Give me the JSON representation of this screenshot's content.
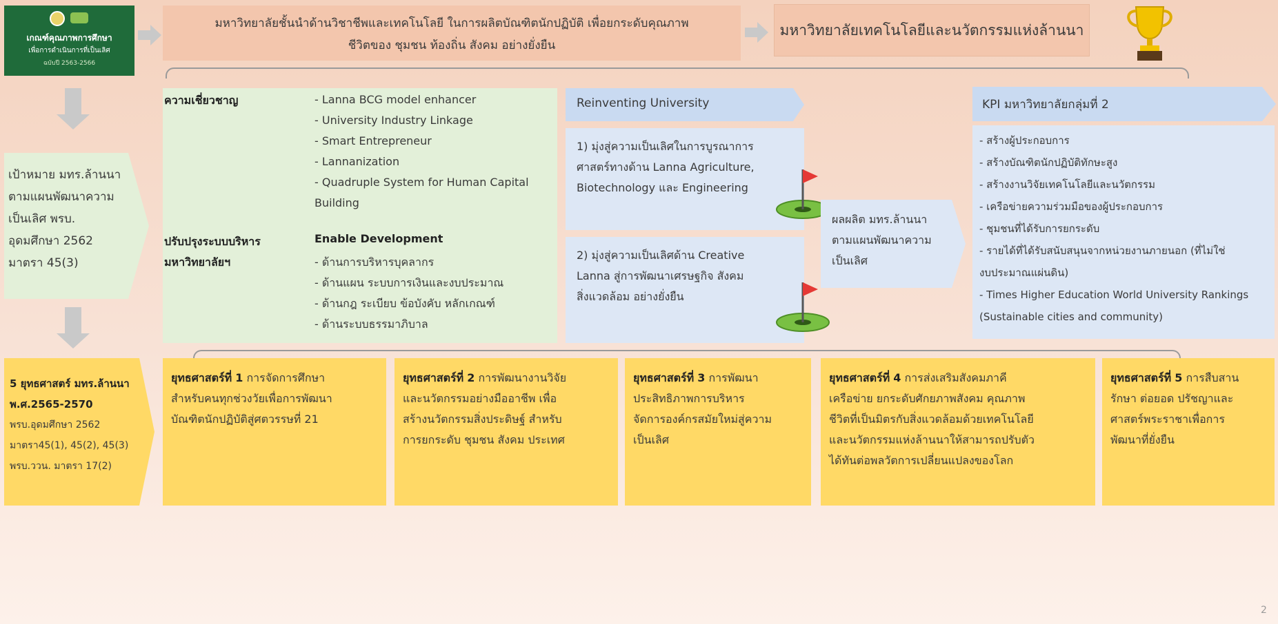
{
  "logo": {
    "line1": "เกณฑ์คุณภาพการศึกษา",
    "line2": "เพื่อการดำเนินการที่เป็นเลิศ",
    "line3": "ฉบับปี 2563-2566"
  },
  "vision": {
    "line1": "มหาวิทยาลัยชั้นนำด้านวิชาชีพและเทคโนโลยี ในการผลิตบัณฑิตนักปฏิบัติ เพื่อยกระดับคุณภาพ",
    "line2": "ชีวิตของ ชุมชน ท้องถิ่น สังคม อย่างยั่งยืน"
  },
  "university_name": "มหาวิทยาลัยเทคโนโลยีและนวัตกรรมแห่งล้านนา",
  "goal": {
    "lines": [
      "เป้าหมาย มทร.ล้านนา",
      "ตามแผนพัฒนาความ",
      "เป็นเลิศ พรบ.",
      "อุดมศึกษา 2562",
      "มาตรา 45(3)"
    ]
  },
  "expertise": {
    "heading": "ความเชี่ยวชาญ",
    "items": [
      "- Lanna BCG model enhancer",
      "- University Industry Linkage",
      "- Smart Entrepreneur",
      "- Lannanization",
      "- Quadruple System for Human Capital",
      "Building"
    ]
  },
  "management": {
    "heading_line1": "ปรับปรุงระบบบริหาร",
    "heading_line2": "มหาวิทยาลัยฯ",
    "subheading": "Enable Development",
    "items": [
      "- ด้านการบริหารบุคลากร",
      "- ด้านแผน ระบบการเงินและงบประมาณ",
      "- ด้านกฎ ระเบียบ ข้อบังคับ หลักเกณฑ์",
      "- ด้านระบบธรรมาภิบาล"
    ]
  },
  "reinventing": {
    "heading": "Reinventing University",
    "item1": [
      "1) มุ่งสู่ความเป็นเลิศในการบูรณาการ",
      "ศาสตร์ทางด้าน Lanna Agriculture,",
      "Biotechnology และ Engineering"
    ],
    "item2": [
      "2) มุ่งสู่ความเป็นเลิศด้าน Creative",
      "Lanna สู่การพัฒนาเศรษฐกิจ สังคม",
      "สิ่งแวดล้อม อย่างยั่งยืน"
    ]
  },
  "output": {
    "lines": [
      "ผลผลิต มทร.ล้านนา",
      "ตามแผนพัฒนาความ",
      "เป็นเลิศ"
    ]
  },
  "kpi": {
    "heading": "KPI มหาวิทยาลัยกลุ่มที่ 2",
    "items": [
      "- สร้างผู้ประกอบการ",
      "- สร้างบัณฑิตนักปฏิบัติทักษะสูง",
      "- สร้างงานวิจัยเทคโนโลยีและนวัตกรรม",
      "- เครือข่ายความร่วมมือของผู้ประกอบการ",
      "- ชุมชนที่ได้รับการยกระดับ",
      "- รายได้ที่ได้รับสนับสนุนจากหน่วยงานภายนอก (ที่ไม่ใช่",
      "งบประมาณแผ่นดิน)",
      "- Times Higher Education World University Rankings",
      "(Sustainable cities and community)"
    ]
  },
  "strategy_title": {
    "line1": "5 ยุทธศาสตร์ มทร.ล้านนา",
    "line2": "พ.ศ.2565-2570",
    "line3": "พรบ.อุดมศึกษา 2562",
    "line4": "มาตรา45(1), 45(2), 45(3)",
    "line5": "พรบ.ววน. มาตรา 17(2)"
  },
  "strategies": [
    {
      "label": "ยุทธศาสตร์ที่",
      "num": "1",
      "lines": [
        "การจัดการศึกษา",
        "สำหรับคนทุกช่วงวัยเพื่อการพัฒนา",
        "บัณฑิตนักปฏิบัติสู่ศตวรรษที่ 21"
      ]
    },
    {
      "label": "ยุทธศาสตร์ที่",
      "num": "2",
      "lines": [
        "การพัฒนางานวิจัย",
        "และนวัตกรรมอย่างมืออาชีพ เพื่อ",
        "สร้างนวัตกรรมสิ่งประดิษฐ์ สำหรับ",
        "การยกระดับ ชุมชน สังคม ประเทศ"
      ]
    },
    {
      "label": "ยุทธศาสตร์ที่",
      "num": "3",
      "lines": [
        "การพัฒนา",
        "ประสิทธิภาพการบริหาร",
        "จัดการองค์กรสมัยใหม่สู่ความ",
        "เป็นเลิศ"
      ]
    },
    {
      "label": "ยุทธศาสตร์ที่",
      "num": "4",
      "lines": [
        "การส่งเสริมสังคมภาคี",
        "เครือข่าย ยกระดับศักยภาพสังคม คุณภาพ",
        "ชีวิตที่เป็นมิตรกับสิ่งแวดล้อมด้วยเทคโนโลยี",
        "และนวัตกรรมแห่งล้านนาให้สามารถปรับตัว",
        "ได้ทันต่อพลวัตการเปลี่ยนแปลงของโลก"
      ]
    },
    {
      "label": "ยุทธศาสตร์ที่",
      "num": "5",
      "lines": [
        "การสืบสาน",
        "รักษา ต่อยอด ปรัชญาและ",
        "ศาสตร์พระราชาเพื่อการ",
        "พัฒนาที่ยั่งยืน"
      ]
    }
  ],
  "page_number": "2"
}
